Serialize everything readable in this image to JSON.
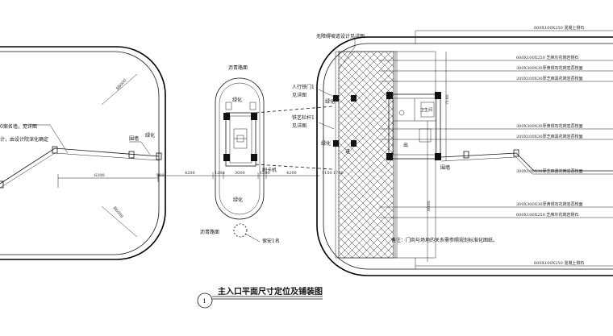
{
  "left_plan": {
    "wall_note_1": "0案名墙，见详图",
    "wall_note_2": "计，由设计院深化确定",
    "fence": "围墙",
    "green": "绿化",
    "dim_radius_top": "R6000",
    "dim_radius_bottom": "R6000",
    "dim_width": "6300",
    "dim_500": "500"
  },
  "center_island": {
    "asphalt_top": "沥青路面",
    "asphalt_bottom": "沥青路面",
    "green_top": "绿化",
    "green_bottom": "绿化",
    "card_reader": "刷卡机",
    "guard": "保安1名",
    "dim_4200_left": "4200",
    "dim_1200_a": "1200",
    "dim_3000": "3000",
    "dim_1200_b": "1200",
    "dim_4200_right": "4200"
  },
  "right_plan": {
    "ramp_note": "无障碍坡道设计见详图",
    "ped_gate_1": "人行铁门1",
    "ped_gate_2": "见详图",
    "iron_gate_1": "铁艺栏杆1",
    "iron_gate_2": "见详图",
    "green_1": "绿化",
    "green_2": "绿化",
    "entrance": "进",
    "exit": "出",
    "restroom": "卫生间",
    "fence": "围墙",
    "remark": "备注：门岗与场地的关系需参照规划标准化图纸。",
    "dim_vertical_a": "7180",
    "dim_vertical_b": "6000",
    "dim_1150": "1150",
    "dim_1700": "1700"
  },
  "material_labels": [
    "600X100X250  混凝土侧石",
    "600X100X250  芝麻灰花岗岩侧石",
    "300X300X30厚黄锈石花岗岩荔枝面",
    "200X100X30厚芝麻黑花岗岩荔枝面",
    "300X300X30厚黄锈石花岗岩荔枝面",
    "200X100X30厚芝麻黑花岗岩荔枝面",
    "300X100X30厚芝麻黑花岗岩荔枝面",
    "300X300X30厚黄锈石花岗岩荔枝面",
    "600X100X250  芝麻灰花岗岩侧石",
    "600X100X250  混凝土侧石"
  ],
  "footer": {
    "number": "1",
    "title": "主入口平面尺寸定位及铺装图"
  }
}
